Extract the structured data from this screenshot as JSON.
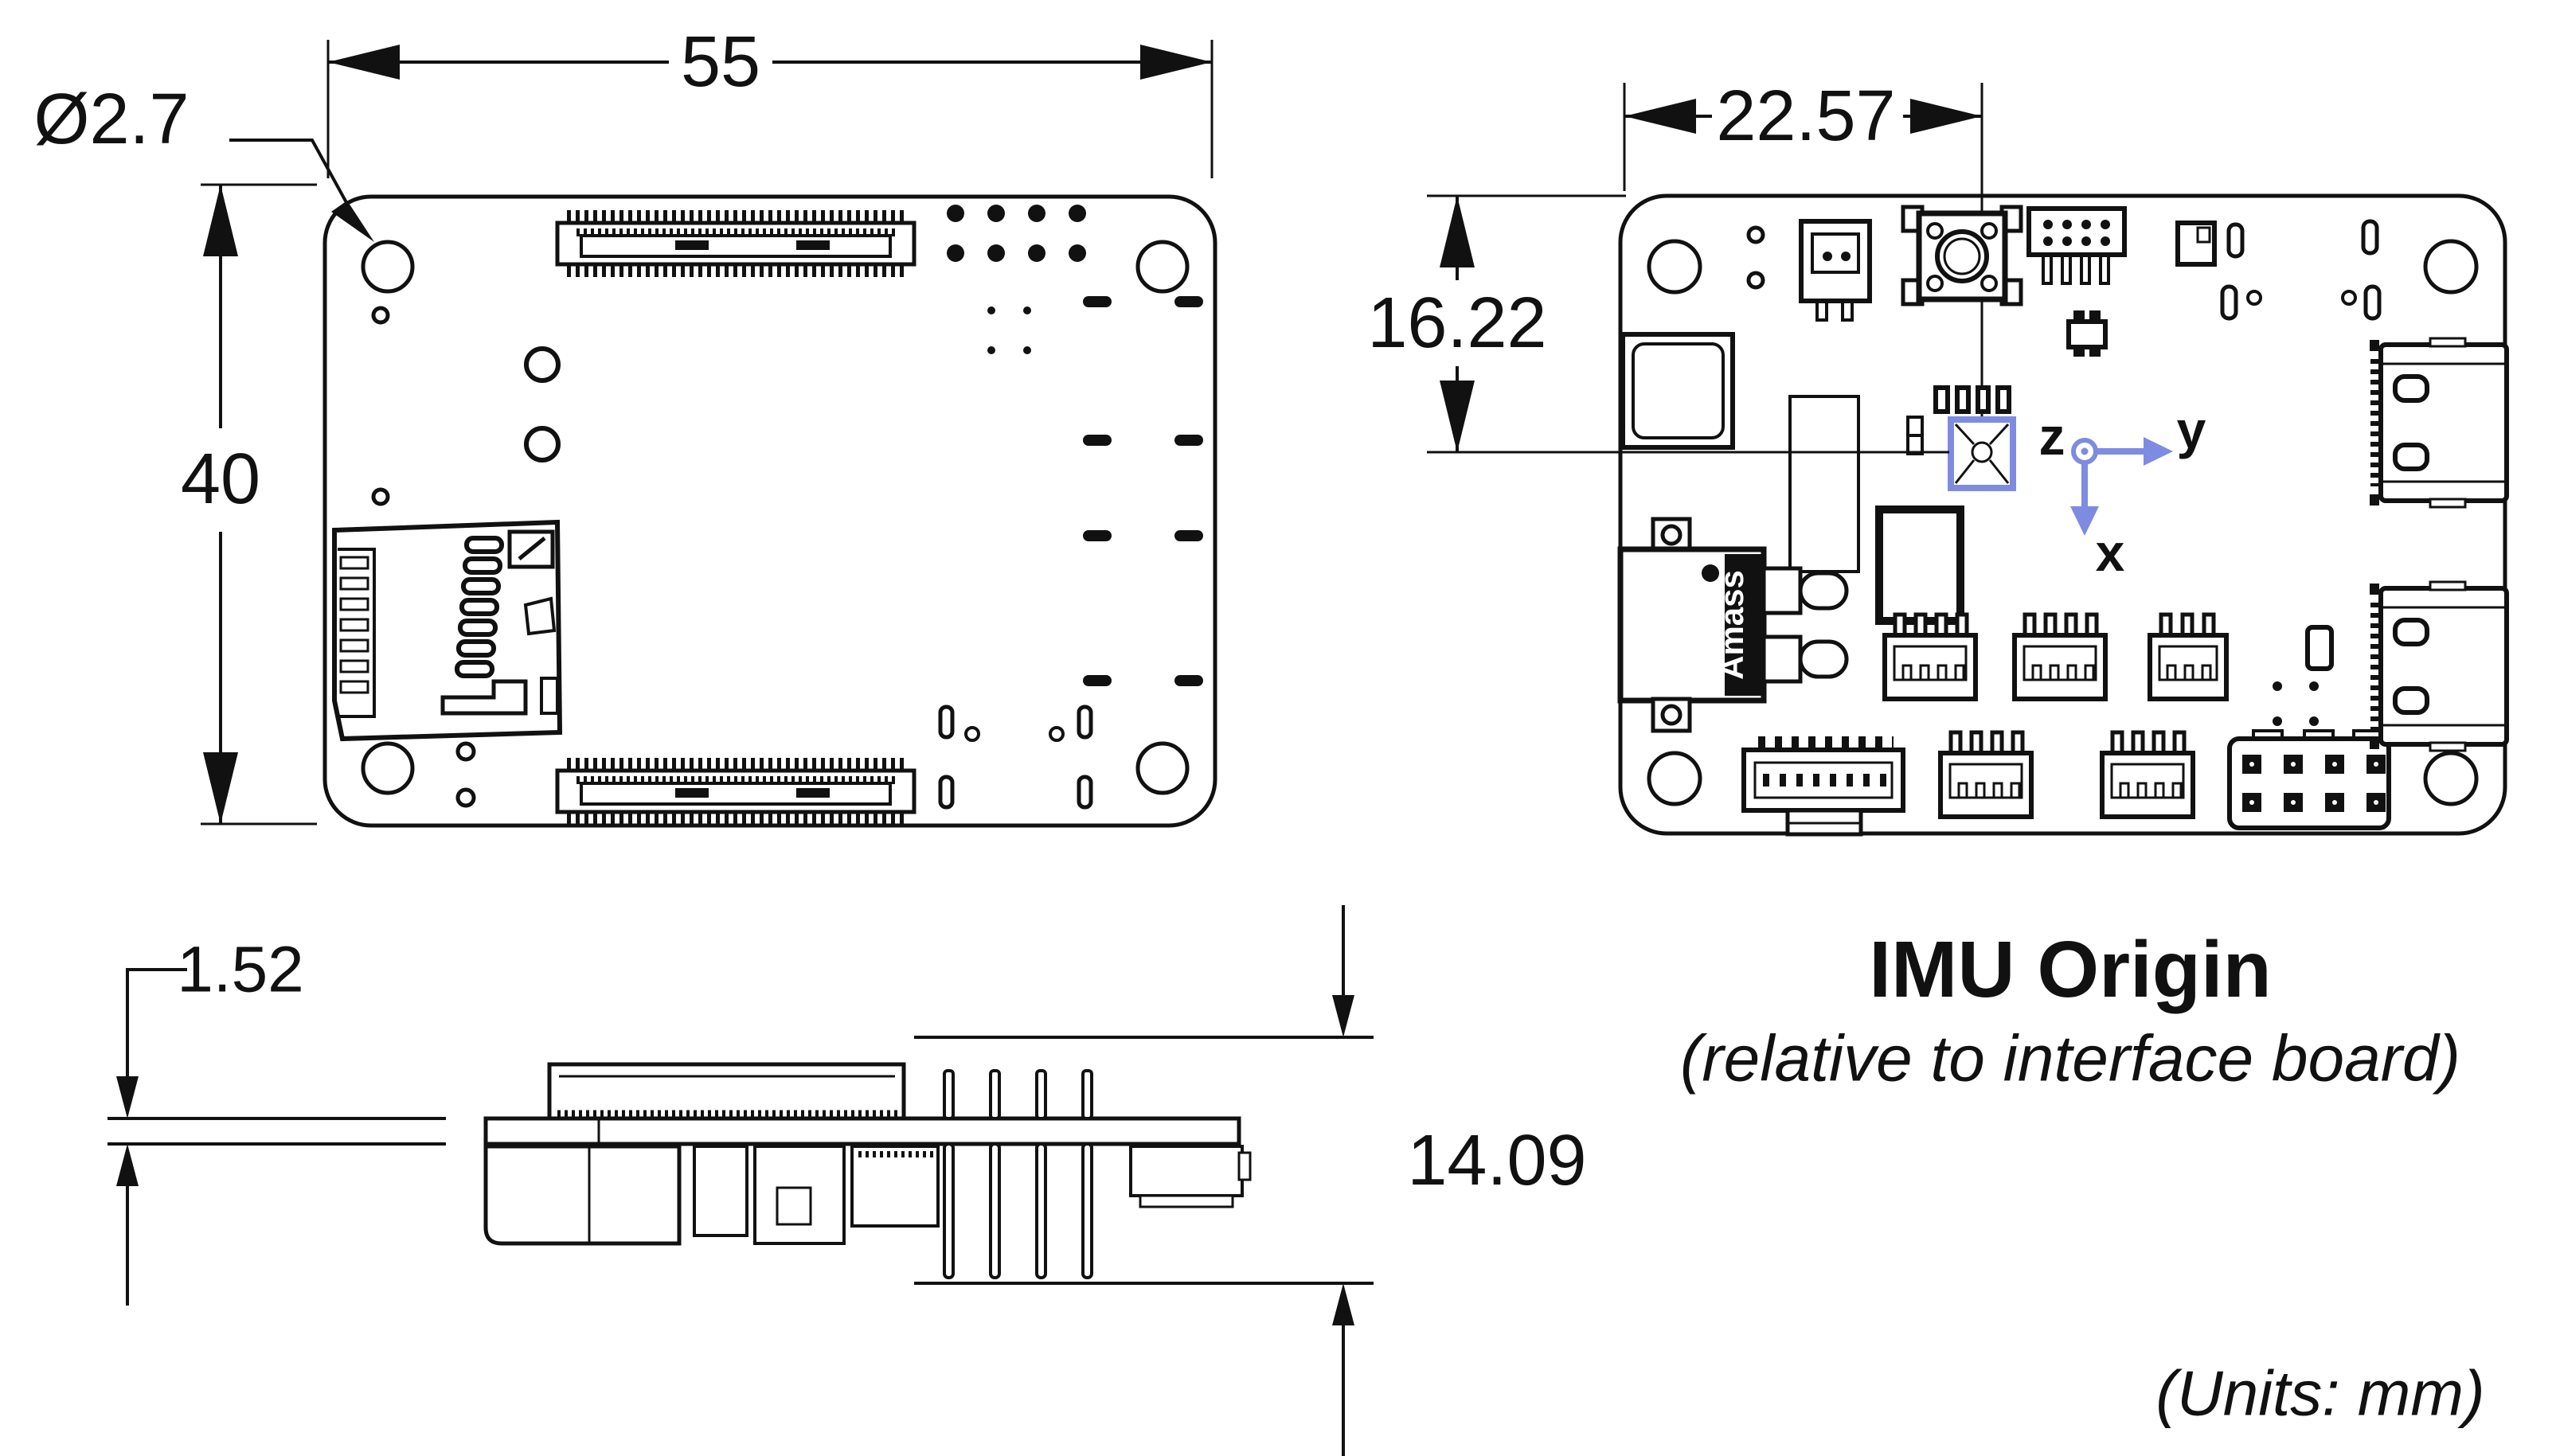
{
  "accent_color": "#7d8ce0",
  "dimensions": {
    "board_width": "55",
    "board_height": "40",
    "hole_diameter": "Ø2.7",
    "imu_offset_from_left": "22.57",
    "imu_offset_from_top": "16.22",
    "pcb_thickness": "1.52",
    "assembly_height": "14.09"
  },
  "axes": {
    "x": "x",
    "y": "y",
    "z": "z"
  },
  "captions": {
    "imu_origin": "IMU Origin",
    "imu_origin_note": "(relative to interface board)",
    "units_note": "(Units: mm)"
  },
  "labels": {
    "connector_brand": "Amass"
  }
}
